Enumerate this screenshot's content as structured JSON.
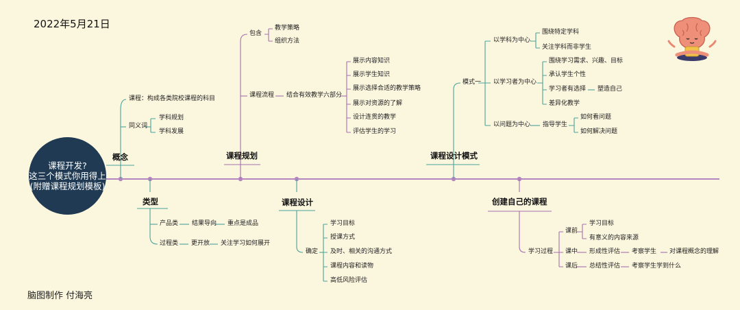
{
  "date": "2022年5月21日",
  "credit": "脑图制作 付海亮",
  "root": {
    "lines": [
      "课程开发?",
      "这三个模式你用得上",
      "(附赠课程规划模板)"
    ]
  },
  "colors": {
    "main_line": "#b585bf",
    "teal": "#4aa39a",
    "purple": "#a470ad",
    "root": "#1f3a52"
  },
  "icons": {
    "mascot": "brain-meditating-icon"
  },
  "branches": {
    "gainian": {
      "title": "概念",
      "kecheng": "课程：构成各类院校课程的科目",
      "tongyi": "同义词",
      "xueke_guihua": "学科规划",
      "xueke_fazhan": "学科发展"
    },
    "leixing": {
      "title": "类型",
      "chanpin": "产品类",
      "jieguo": "结果导向",
      "zhongdian": "重点是成品",
      "guocheng": "过程类",
      "kaifang": "更开放",
      "guanzhu": "关注学习如何展开"
    },
    "guihua": {
      "title": "课程规划",
      "baohan": "包含",
      "celue": "教学策略",
      "zuzhi": "组织方法",
      "liucheng": "课程流程",
      "jiehe": "结合有效教学六部分",
      "six": [
        "展示内容知识",
        "展示学生知识",
        "展示选择合适的教学策略",
        "展示对资源的了解",
        "设计连贯的教学",
        "评估学生的学习"
      ]
    },
    "sheji": {
      "title": "课程设计",
      "queding": "确定",
      "items": [
        "学习目标",
        "授课方式",
        "及时、相关的沟通方式",
        "课程内容和读物",
        "高低风险评估"
      ]
    },
    "moshi": {
      "title": "课程设计模式",
      "moshiyi": "模式一",
      "xueke": "以学科为中心",
      "xueke_items": [
        "围绕特定学科",
        "关注学科而非学生"
      ],
      "xuexizhe": "以学习者为中心",
      "xuexizhe_items": [
        "围绕学习需求、兴趣、目标",
        "承认学生个性",
        "学习者有选择",
        "差异化教学"
      ],
      "suzao": "塑造自己",
      "wenti": "以问题为中心",
      "zhidao": "指导学生",
      "wenti_items": [
        "如何看问题",
        "如何解决问题"
      ]
    },
    "chuangjian": {
      "title": "创建自己的课程",
      "xuexi": "学习过程",
      "kqian": "课前",
      "kqian_items": [
        "学习目标",
        "有意义的内容来源"
      ],
      "kzhong": "课中",
      "xingcheng": "形成性评估",
      "kaocha1": "考察学生",
      "lijie": "对课程概念的理解",
      "khou": "课后",
      "zongjie": "总结性评估",
      "kaocha2": "考察学生学到什么"
    }
  }
}
